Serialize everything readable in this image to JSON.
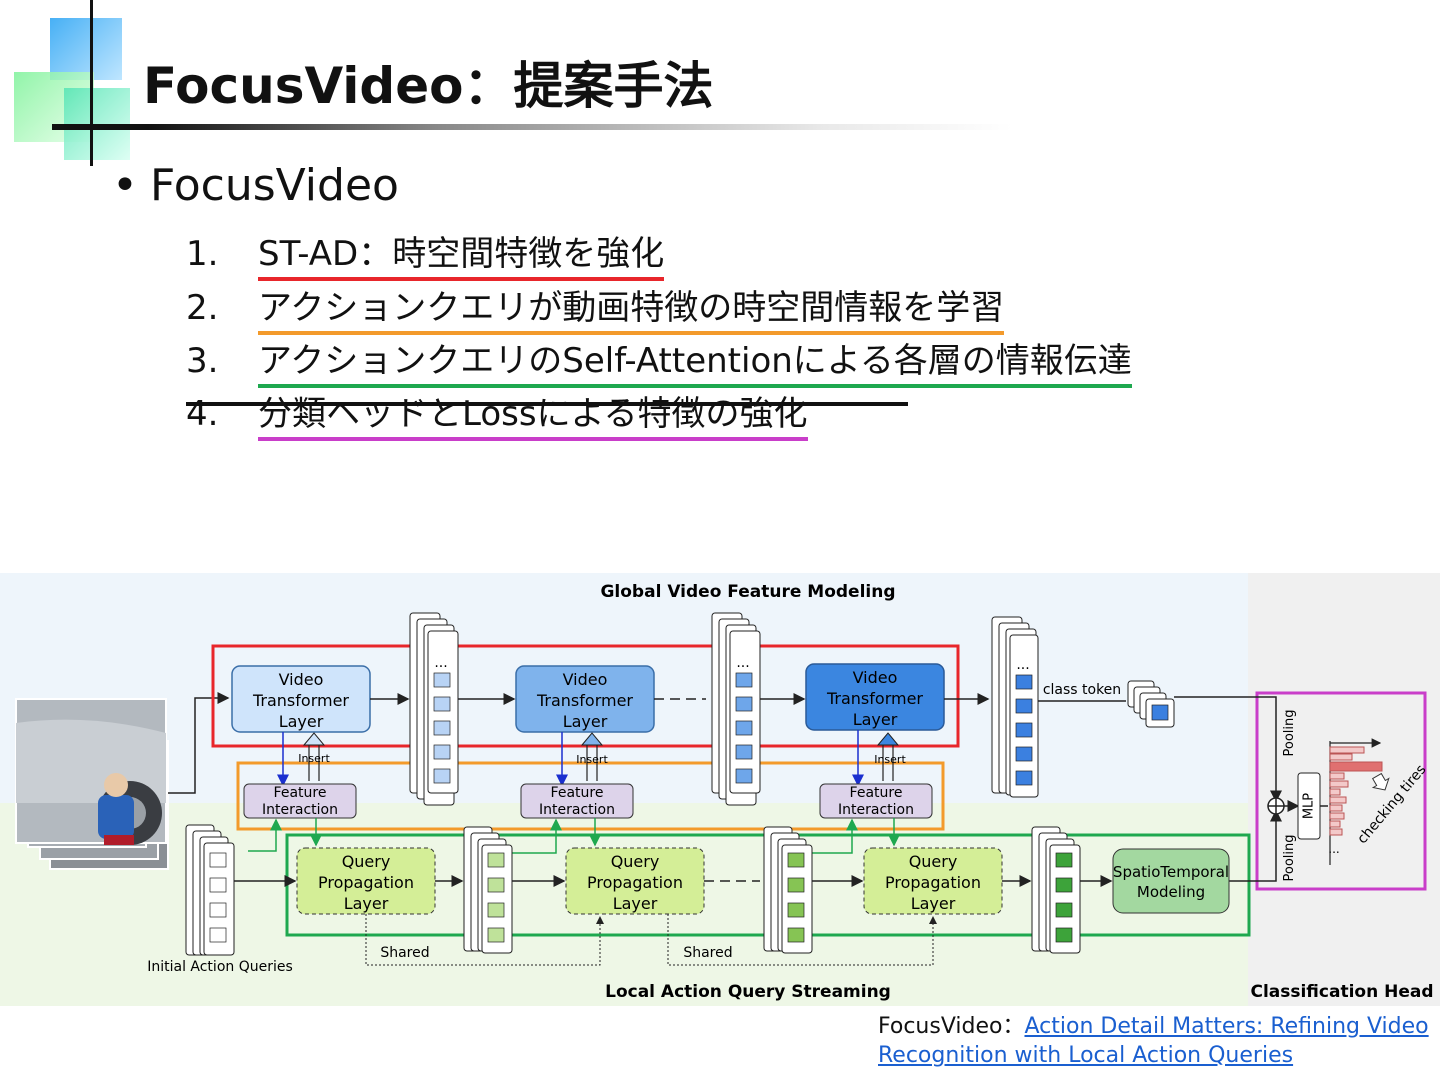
{
  "slide": {
    "title": "FocusVideo：提案手法",
    "bullet": "FocusVideo",
    "bullet_symbol": "•",
    "items": [
      {
        "num": "1.",
        "text": "ST-AD：時空間特徴を強化",
        "underline": "#e8262b"
      },
      {
        "num": "2.",
        "text": "アクションクエリが動画特徴の時空間情報を学習",
        "underline": "#f39a2b"
      },
      {
        "num": "3.",
        "text": "アクションクエリのSelf-Attentionによる各層の情報伝達",
        "underline": "#1ea84f"
      },
      {
        "num": "4.",
        "text": "分類ヘッドとLossによる特徴の強化",
        "underline": "#c93ec9",
        "struck": true
      }
    ]
  },
  "diagram": {
    "global_label": "Global Video Feature Modeling",
    "local_label": "Local Action Query Streaming",
    "head_label": "Classification Head",
    "video_layer": "Video\nTransformer\nLayer",
    "feature_interaction": "Feature\nInteraction",
    "query_layer": "Query\nPropagation\nLayer",
    "insert": "Insert",
    "shared": "Shared",
    "class_token": "class token",
    "initial_queries": "Initial Action Queries",
    "spatiotemporal": "SpatioTemporal\nModeling",
    "pooling": "Pooling",
    "mlp": "MLP",
    "prediction": "checking tires",
    "ellipsis": "...",
    "colors": {
      "video_layer_fills": [
        "#cfe4fb",
        "#7fb3ec",
        "#3b86e0"
      ],
      "feature_fill": "#ddd3ea",
      "query_fill": "#d4ee97",
      "st_fill": "#a3d8a0",
      "red": "#e8262b",
      "orange": "#f39a2b",
      "green": "#1ea84f",
      "magenta": "#c93ec9"
    }
  },
  "reference": {
    "prefix": "FocusVideo：",
    "link_text": "Action Detail Matters: Refining Video Recognition with Local Action Queries"
  }
}
